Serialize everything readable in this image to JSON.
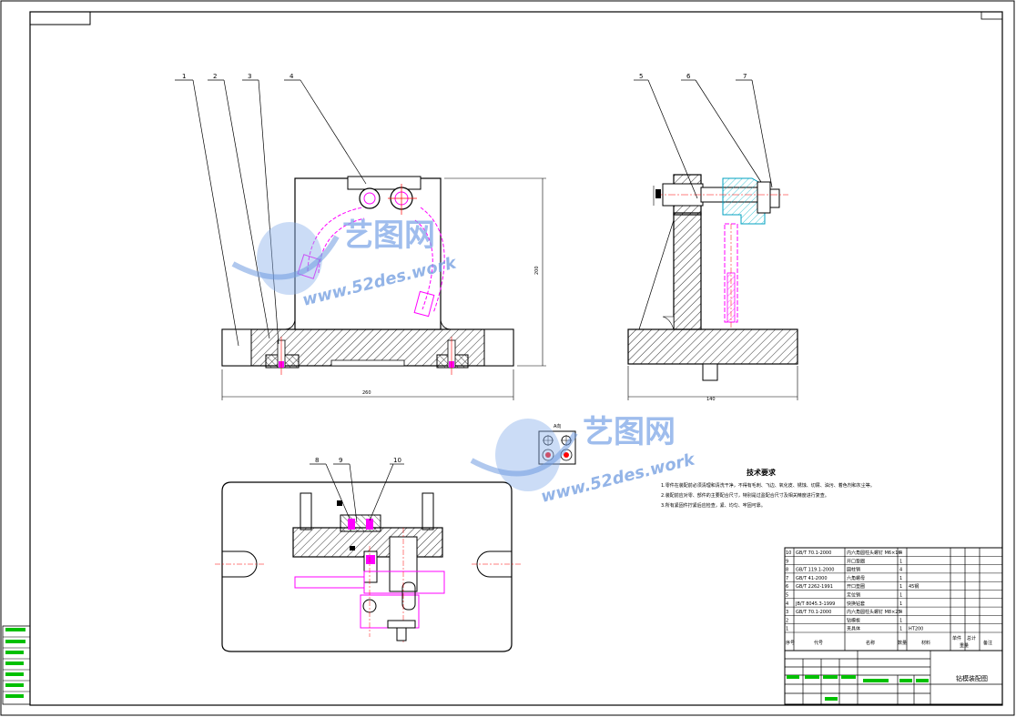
{
  "drawing_title": "钻模装配图",
  "balloons": {
    "front": [
      "1",
      "2",
      "3",
      "4"
    ],
    "side": [
      "5",
      "6",
      "7"
    ],
    "top": [
      "8",
      "9",
      "10"
    ]
  },
  "dimensions": {
    "front_width": "260",
    "front_height": "200",
    "side_width": "140"
  },
  "view_label": "A向",
  "tech_req": {
    "title": "技术要求",
    "lines": [
      "1.零件在装配前必须清理和清洗干净，不得有毛刺、飞边、氧化皮、锈蚀、切屑、油污、着色剂和灰尘等。",
      "2.装配前应对零、部件的主要配合尺寸，特别是过盈配合尺寸及相关精度进行复查。",
      "3.所有紧固件拧紧后应检查，紧、均匀、牢固可靠。"
    ]
  },
  "bom": {
    "rows": [
      {
        "no": "10",
        "code": "GB/T 70.1-2000",
        "name": "内六角圆柱头螺钉 M6×16",
        "qty": "4",
        "mat": ""
      },
      {
        "no": "9",
        "code": "",
        "name": "开口垫圈",
        "qty": "1",
        "mat": ""
      },
      {
        "no": "8",
        "code": "GB/T 119.1-2000",
        "name": "圆柱销",
        "qty": "4",
        "mat": ""
      },
      {
        "no": "7",
        "code": "GB/T 41-2000",
        "name": "六角螺母",
        "qty": "1",
        "mat": ""
      },
      {
        "no": "6",
        "code": "GB/T 2262-1991",
        "name": "开口垫圈",
        "qty": "1",
        "mat": "45钢"
      },
      {
        "no": "5",
        "code": "",
        "name": "定位销",
        "qty": "1",
        "mat": ""
      },
      {
        "no": "4",
        "code": "JB/T 8045.3-1999",
        "name": "快换钻套",
        "qty": "1",
        "mat": ""
      },
      {
        "no": "3",
        "code": "GB/T 70.1-2000",
        "name": "内六角圆柱头螺钉 M8×25",
        "qty": "4",
        "mat": ""
      },
      {
        "no": "2",
        "code": "",
        "name": "钻模板",
        "qty": "1",
        "mat": ""
      },
      {
        "no": "1",
        "code": "",
        "name": "夹具体",
        "qty": "1",
        "mat": "HT200"
      }
    ],
    "header": {
      "no": "序号",
      "code": "代号",
      "name": "名称",
      "qty": "数量",
      "mat": "材料",
      "weight1": "单件",
      "weight2": "总计",
      "weight": "重量",
      "remark": "备注"
    }
  },
  "colors": {
    "line": "#000000",
    "magenta": "#ff00ff",
    "cyan": "#00c8c8",
    "red": "#ff0000",
    "green": "#00c000",
    "watermark": "#7fa8e8"
  },
  "watermark": {
    "brand": "艺图网",
    "url": "www.52des.work"
  }
}
